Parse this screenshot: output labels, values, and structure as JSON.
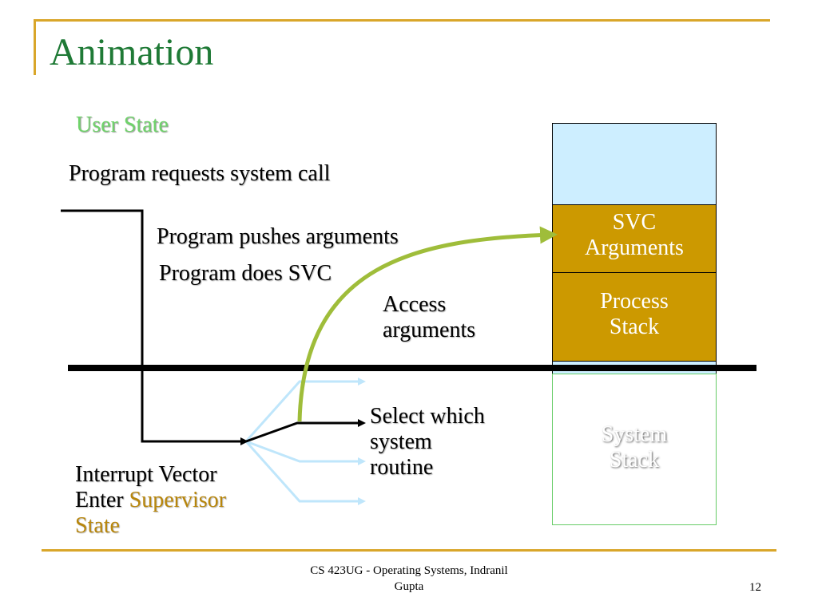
{
  "slide": {
    "title": "Animation",
    "user_state": "User State",
    "steps": {
      "request": "Program requests system call",
      "push": "Program pushes arguments",
      "svc": "Program does SVC",
      "access_1": "Access",
      "access_2": "arguments",
      "select_1": "Select which",
      "select_2": "system",
      "select_3": "routine",
      "interrupt": "Interrupt Vector",
      "enter": "Enter",
      "supervisor_1": "Supervisor",
      "supervisor_2": "State"
    },
    "stack": {
      "svc_line1": "SVC",
      "svc_line2": "Arguments",
      "process_line1": "Process",
      "process_line2": "Stack",
      "system_line1": "System",
      "system_line2": "Stack"
    },
    "footer": {
      "line1": "CS 423UG - Operating Systems, Indranil",
      "line2": "Gupta",
      "page": "12"
    },
    "colors": {
      "accent": "#d9a62a",
      "title": "#1f7a36",
      "user_state": "#6fd36a",
      "stack_gold": "#cc9900",
      "stack_blue": "#cdeeff",
      "curve": "#9fbd3a",
      "ghost_arrows": "#bfe6fb"
    }
  }
}
